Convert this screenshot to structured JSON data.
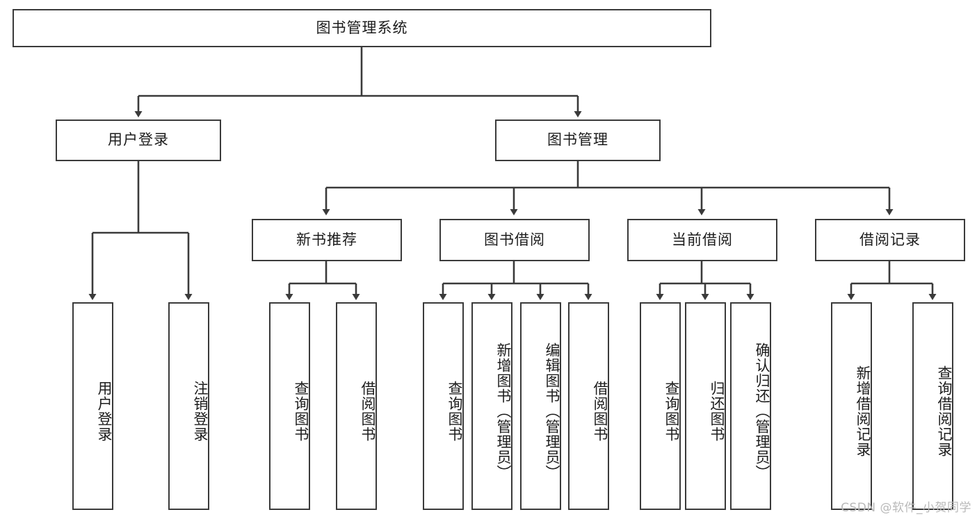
{
  "diagram": {
    "title": "图书管理系统",
    "stroke_color": "#3a3a3a",
    "fill_color": "#ffffff",
    "text_color": "#1c1c1c"
  },
  "root": {
    "label": "图书管理系统"
  },
  "level2": [
    {
      "label": "用户登录"
    },
    {
      "label": "图书管理"
    }
  ],
  "level3": [
    {
      "label": "新书推荐"
    },
    {
      "label": "图书借阅"
    },
    {
      "label": "当前借阅"
    },
    {
      "label": "借阅记录"
    }
  ],
  "leaves": {
    "user_login": [
      {
        "label": "用户登录"
      },
      {
        "label": "注销登录"
      }
    ],
    "new_book": [
      {
        "label": "查询图书"
      },
      {
        "label": "借阅图书"
      }
    ],
    "book_borrow": [
      {
        "label": "查询图书"
      },
      {
        "label": "新增图书（管理员）"
      },
      {
        "label": "编辑图书（管理员）"
      },
      {
        "label": "借阅图书"
      }
    ],
    "current_borrow": [
      {
        "label": "查询图书"
      },
      {
        "label": "归还图书"
      },
      {
        "label": "确认归还（管理员）"
      }
    ],
    "borrow_record": [
      {
        "label": "新增借阅记录"
      },
      {
        "label": "查询借阅记录"
      }
    ]
  },
  "watermark": {
    "text": "CSDN @软件_小贺同学"
  }
}
